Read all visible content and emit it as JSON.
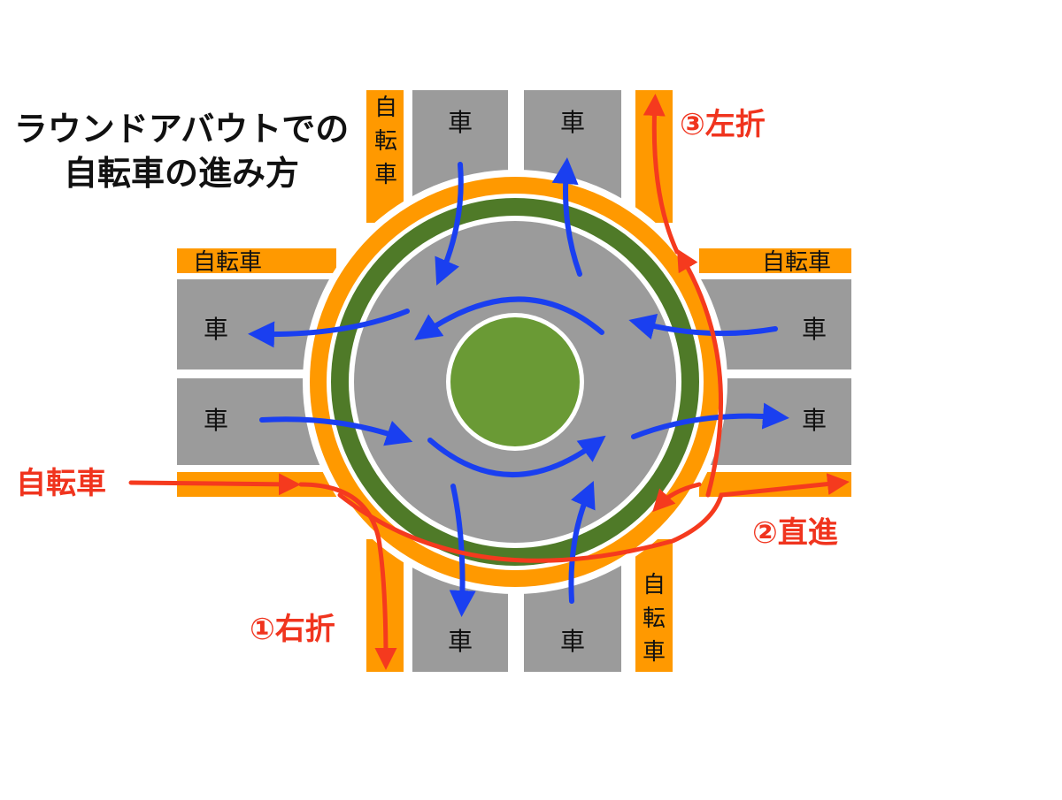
{
  "title": {
    "line1": "ラウンドアバウトでの",
    "line2": "自転車の進み方"
  },
  "labels": {
    "car": "車",
    "bike_horizontal": "自転車",
    "bike_v1": "自",
    "bike_v2": "転",
    "bike_v3": "車",
    "bike_entry": "自転車",
    "right_turn": "①右折",
    "straight": "②直進",
    "left_turn": "③左折"
  },
  "colors": {
    "road": "#9b9b9b",
    "bike_lane": "#ff9900",
    "green_ring": "#4f7a28",
    "center_island": "#6a9a35",
    "car_arrow": "#1a3ff0",
    "bike_arrow": "#f53a1e",
    "label_red": "#f0341e"
  }
}
